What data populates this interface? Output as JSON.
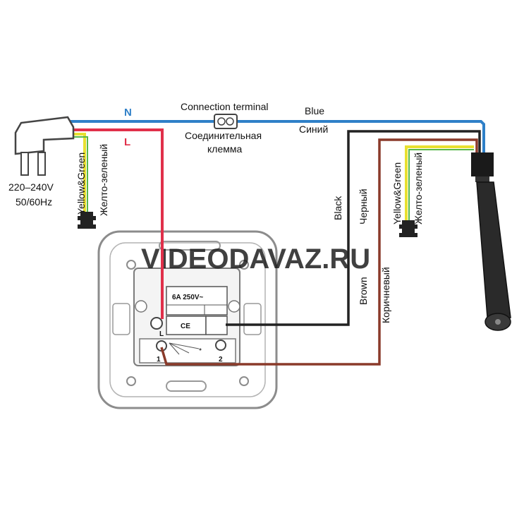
{
  "wires": {
    "neutral_label": "N",
    "live_label": "L",
    "blue_label": "Blue",
    "blue_ru_label": "Синий",
    "black_label": "Black",
    "black_ru_label": "Черный",
    "brown_label": "Brown",
    "brown_ru_label": "Коричневый"
  },
  "terminal": {
    "title": "Connection terminal",
    "title_ru_line1": "Соединительная",
    "title_ru_line2": "клемма"
  },
  "plug": {
    "voltage": "220–240V",
    "frequency": "50/60Hz"
  },
  "earth_left": {
    "label": "Yellow&Green",
    "label_ru": "Желто-зеленый"
  },
  "earth_right": {
    "label": "Yellow&Green",
    "label_ru": "Желто-зеленый"
  },
  "switch": {
    "rating": "6A 250V~",
    "ce_mark": "CE",
    "term_live": "L",
    "term_1": "1",
    "term_2": "2"
  },
  "watermark": "VIDEODAVAZ.RU",
  "colors": {
    "blue": "#2f80c8",
    "red": "#e0304a",
    "black": "#222222",
    "brown": "#8a3a2a",
    "yellow": "#e8e030",
    "green": "#58b848"
  }
}
